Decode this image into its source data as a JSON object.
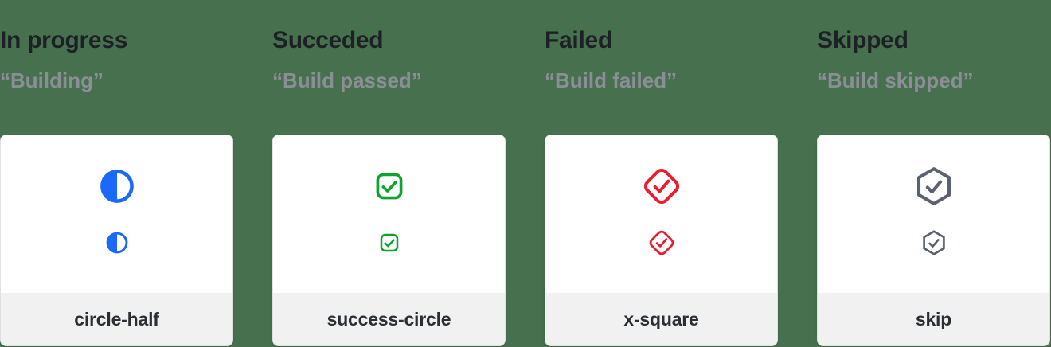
{
  "page": {
    "background_color": "#47714E",
    "card_background": "#ffffff",
    "card_footer_background": "#f1f1f2",
    "title_color": "#1d2025",
    "quote_color": "#8b8e96"
  },
  "columns": [
    {
      "title": "In progress",
      "quote": "“Building”",
      "icon": "circle-half-icon",
      "label": "circle-half",
      "color": "#1b69fa"
    },
    {
      "title": "Succeded",
      "quote": "“Build passed”",
      "icon": "check-square-icon",
      "label": "success-circle",
      "color": "#0da32c"
    },
    {
      "title": "Failed",
      "quote": "“Build failed”",
      "icon": "check-diamond-icon",
      "label": "x-square",
      "color": "#ec1b2d"
    },
    {
      "title": "Skipped",
      "quote": "“Build skipped”",
      "icon": "check-hexagon-icon",
      "label": "skip",
      "color": "#5a6170"
    }
  ]
}
